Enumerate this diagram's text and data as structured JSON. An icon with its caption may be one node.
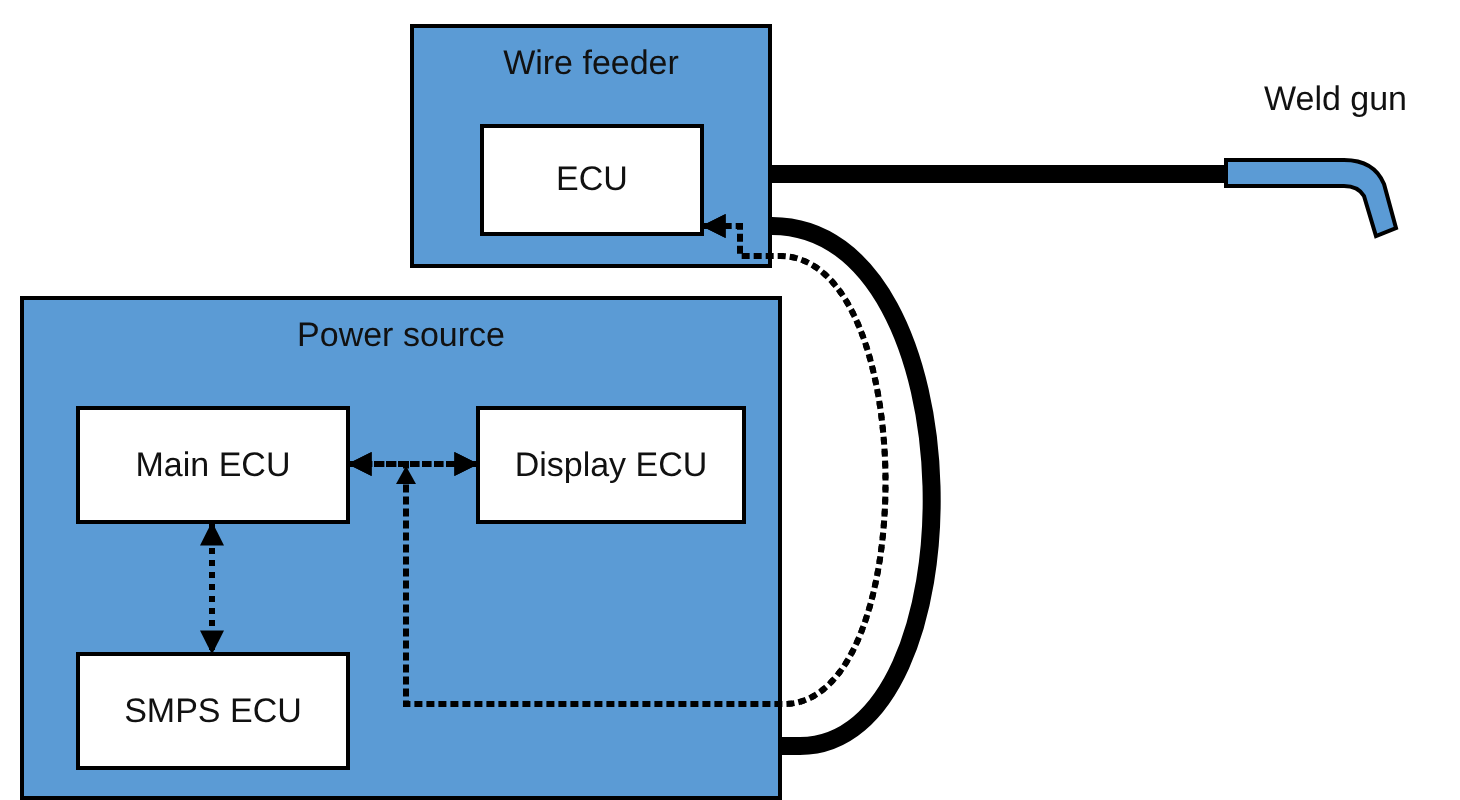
{
  "diagram": {
    "nodes": [
      {
        "text": [
          "Wire feeder"
        ]
      },
      {
        "text": [
          "ECU"
        ],
        "in": 0
      },
      {
        "text": [
          "Power source"
        ]
      },
      {
        "text": [
          "Main ECU"
        ],
        "in": 2
      },
      {
        "text": [
          "Display ECU"
        ],
        "in": 2
      },
      {
        "text": [
          "SMPS ECU"
        ],
        "in": 2
      },
      {
        "text": [
          "Weld gun"
        ]
      }
    ],
    "edges": [
      {
        "from": 0,
        "to": 6,
        "arrow": "none",
        "style": "thick"
      },
      {
        "from": 5,
        "to": 0,
        "arrow": "none",
        "style": "thick"
      },
      {
        "from": 3,
        "to": 4,
        "arrow": "both",
        "style": "dashed"
      },
      {
        "from": 3,
        "to": 5,
        "arrow": "both",
        "style": "dashed"
      },
      {
        "from": 1,
        "to": 3,
        "arrow": "both",
        "style": "dashed"
      },
      {
        "from": 1,
        "to": 4,
        "arrow": "both",
        "style": "dashed"
      }
    ]
  }
}
